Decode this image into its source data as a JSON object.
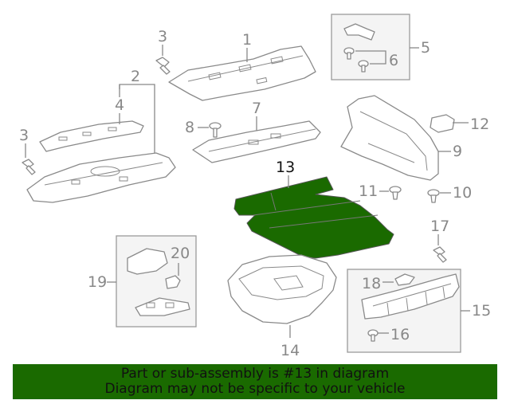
{
  "diagram": {
    "highlight_color": "#1a6a00",
    "callouts": {
      "c1": "1",
      "c2": "2",
      "c3a": "3",
      "c3b": "3",
      "c4": "4",
      "c5": "5",
      "c6": "6",
      "c7": "7",
      "c8": "8",
      "c9": "9",
      "c10": "10",
      "c11": "11",
      "c12": "12",
      "c13": "13",
      "c14": "14",
      "c15": "15",
      "c16": "16",
      "c17": "17",
      "c18": "18",
      "c19": "19",
      "c20": "20"
    }
  },
  "footer": {
    "line1": "Part or sub-assembly is #13 in diagram",
    "line2": "Diagram may not be specific to your vehicle"
  }
}
